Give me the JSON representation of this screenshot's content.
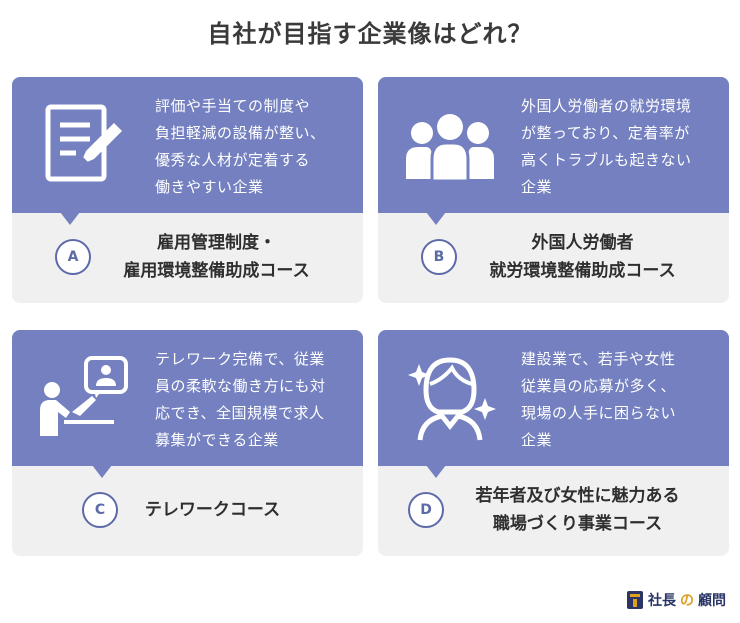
{
  "page_title": "自社が目指す企業像はどれ？",
  "cards": [
    {
      "letter": "A",
      "icon": "document-pen-icon",
      "description": [
        "評価や手当ての制度や",
        "負担軽減の設備が整い、",
        "優秀な人材が定着する",
        "働きやすい企業"
      ],
      "name": [
        "雇用管理制度・",
        "雇用環境整備助成コース"
      ]
    },
    {
      "letter": "B",
      "icon": "group-people-icon",
      "description": [
        "外国人労働者の就労環境",
        "が整っており、定着率が",
        "高くトラブルも起きない",
        "企業"
      ],
      "name": [
        "外国人労働者",
        "就労環境整備助成コース"
      ]
    },
    {
      "letter": "C",
      "icon": "telework-icon",
      "description": [
        "テレワーク完備で、従業",
        "員の柔軟な働き方にも対",
        "応でき、全国規模で求人",
        "募集ができる企業"
      ],
      "name": [
        "テレワークコース"
      ]
    },
    {
      "letter": "D",
      "icon": "woman-sparkle-icon",
      "description": [
        "建設業で、若手や女性",
        "従業員の応募が多く、",
        "現場の人手に困らない",
        "企業"
      ],
      "name": [
        "若年者及び女性に魅力ある",
        "職場づくり事業コース"
      ]
    }
  ],
  "brand": {
    "part1": "社長",
    "part2": "の",
    "part3": "顧問",
    "icon": "brand-book-icon"
  },
  "colors": {
    "card_top": "#7480bf",
    "card_bottom": "#f0f0f0",
    "badge": "#5d6aa8"
  }
}
